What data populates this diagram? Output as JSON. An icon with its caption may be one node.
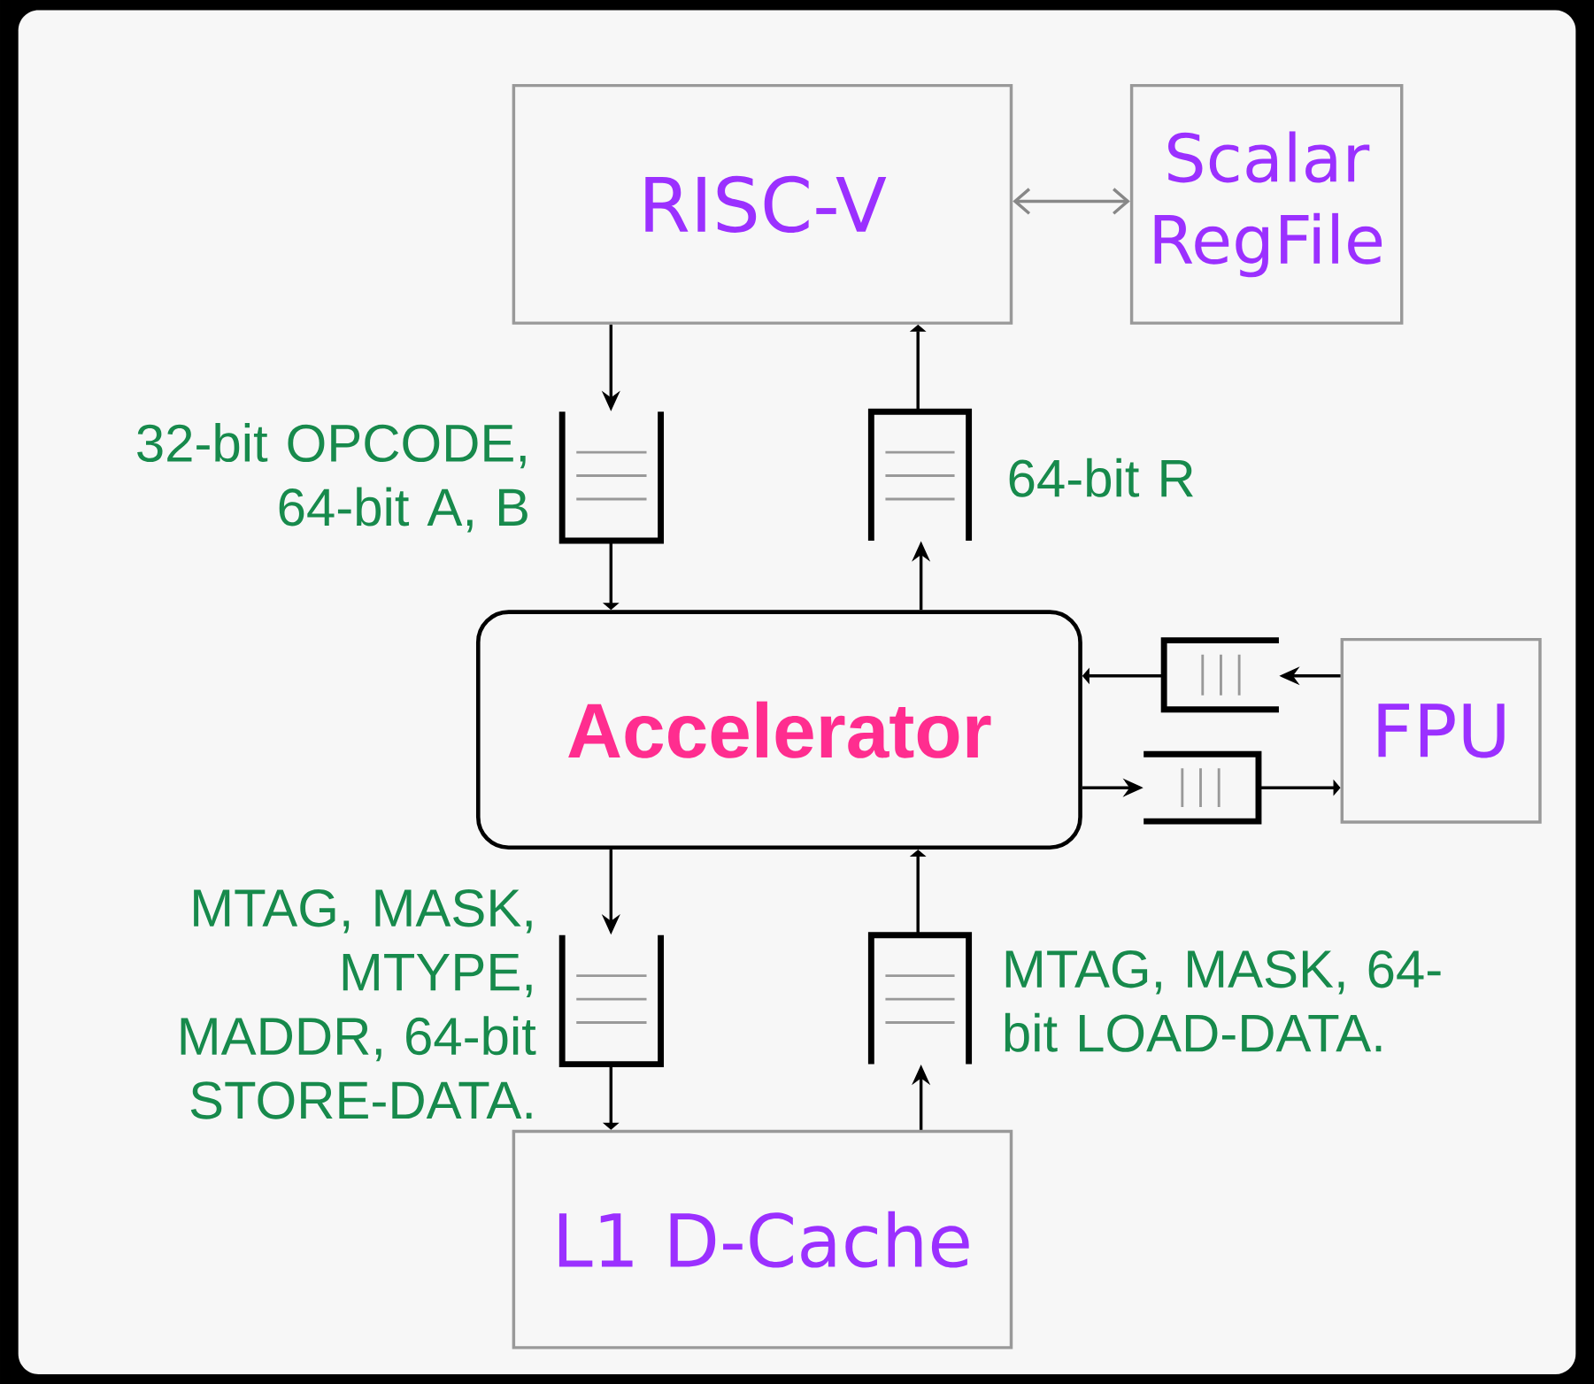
{
  "diagram": {
    "nodes": [
      {
        "text": [
          "RISC-V"
        ]
      },
      {
        "text": [
          "Scalar RegFile"
        ]
      },
      {
        "text": [],
        "shape": "queue",
        "beside": [
          "32-bit OPCODE, 64-bit A, B"
        ]
      },
      {
        "text": [],
        "shape": "queue",
        "beside": [
          "64-bit R"
        ]
      },
      {
        "text": [
          "Accelerator"
        ]
      },
      {
        "text": [],
        "shape": "queue"
      },
      {
        "text": [],
        "shape": "queue"
      },
      {
        "text": [
          "FPU"
        ]
      },
      {
        "text": [],
        "shape": "queue",
        "beside": [
          "MTAG, MASK, MTYPE, MADDR, 64-bit STORE-DATA."
        ]
      },
      {
        "text": [],
        "shape": "queue",
        "beside": [
          "MTAG, MASK, 64-bit LOAD-DATA."
        ]
      },
      {
        "text": [
          "L1 D-Cache"
        ]
      }
    ],
    "edges": [
      {
        "from": 0,
        "to": 1,
        "arrow": "both",
        "color": "#888888"
      },
      {
        "from": 0,
        "to": 2,
        "arrow": "to"
      },
      {
        "from": 2,
        "to": 4,
        "arrow": "to"
      },
      {
        "from": 4,
        "to": 3,
        "arrow": "to"
      },
      {
        "from": 3,
        "to": 0,
        "arrow": "to"
      },
      {
        "from": 7,
        "to": 5,
        "arrow": "to"
      },
      {
        "from": 5,
        "to": 4,
        "arrow": "to"
      },
      {
        "from": 4,
        "to": 6,
        "arrow": "to"
      },
      {
        "from": 6,
        "to": 7,
        "arrow": "to"
      },
      {
        "from": 4,
        "to": 8,
        "arrow": "to"
      },
      {
        "from": 8,
        "to": 10,
        "arrow": "to"
      },
      {
        "from": 10,
        "to": 9,
        "arrow": "to"
      },
      {
        "from": 9,
        "to": 4,
        "arrow": "to"
      }
    ]
  }
}
